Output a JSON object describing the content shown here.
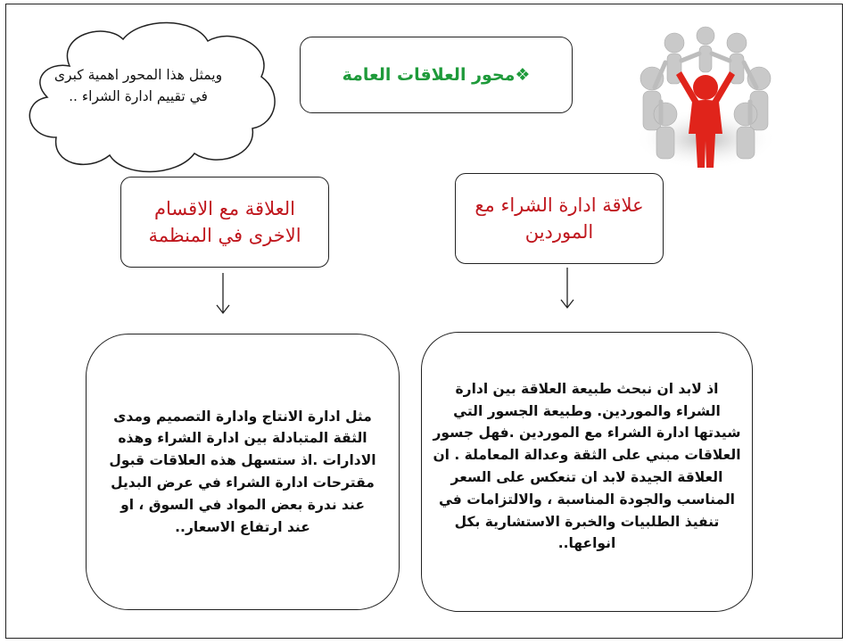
{
  "title": "❖محور العلاقات العامة",
  "cloud": {
    "lines": [
      "ويمثل هذا المحور اهمية كبرى",
      "في تقييم ادارة الشراء .."
    ]
  },
  "left": {
    "heading_lines": [
      "العلاقة مع الاقسام",
      "الاخرى في المنظمة"
    ],
    "body": "مثل ادارة الانتاج وادارة التصميم ومدى الثقة المتبادلة بين ادارة الشراء وهذه الادارات .اذ ستسهل هذه العلاقات قبول مقترحات ادارة الشراء في عرض البديل عند ندرة بعض المواد في السوق ، او عند ارتفاع الاسعار.."
  },
  "right": {
    "heading_lines": [
      "علاقة ادارة الشراء مع",
      "الموردين"
    ],
    "body": "اذ لابد ان نبحث طبيعة العلاقة بين ادارة الشراء والموردين. وطبيعة الجسور التي شيدتها ادارة الشراء مع الموردين .فهل جسور العلاقات مبني على الثقة وعدالة المعاملة . ان العلاقة الجيدة لابد ان تنعكس على السعر المناسب والجودة المناسبة ، والالتزامات في تنفيذ الطلبيات والخبرة الاستشارية بكل انواعها.."
  },
  "image": {
    "icon": "people-circle-teamwork-icon",
    "accent": "#e0241b",
    "figures": "#c8c8c8"
  },
  "colors": {
    "title": "#1e9a3a",
    "heading": "#c0171e",
    "text": "#111111",
    "border": "#222222"
  }
}
